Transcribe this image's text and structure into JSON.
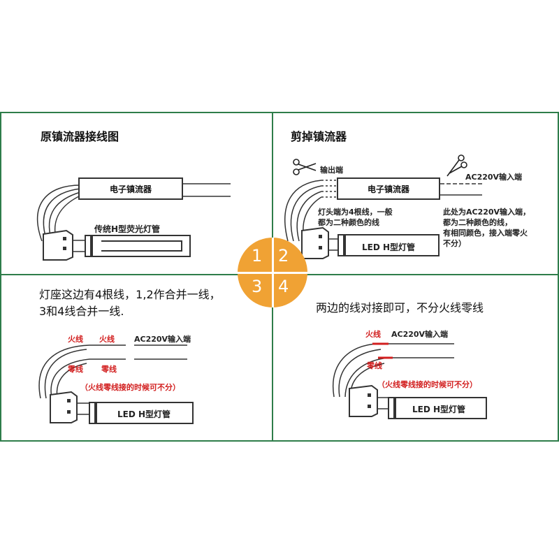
{
  "panels": {
    "p1": {
      "title": "原镇流器接线图",
      "ballast_label": "电子镇流器",
      "tube_label": "传统H型荧光灯管"
    },
    "p2": {
      "title": "剪掉镇流器",
      "output_label": "输出端",
      "input_label": "AC220V输入端",
      "ballast_label": "电子镇流器",
      "note_left": [
        "灯头端为4根线，一般",
        "都为二种颜色的线"
      ],
      "note_right": [
        "此处为AC220V输入端，",
        "都为二种颜色的线，",
        "有相同颜色，接入端零火",
        "不分）"
      ],
      "tube_label": "LED H型灯管"
    },
    "p3": {
      "title_lines": [
        "灯座这边有4根线，1,2作合并一线，",
        "3和4线合并一线."
      ],
      "live1": "火线",
      "live2": "火线",
      "input_label": "AC220V输入端",
      "neutral1": "零线",
      "neutral2": "零线",
      "hint": "（火线零线接的时候可不分）",
      "tube_label": "LED H型灯管"
    },
    "p4": {
      "title": "两边的线对接即可，不分火线零线",
      "live": "火线",
      "input_label": "AC220V输入端",
      "neutral": "零线",
      "hint": "（火线零线接的时候可不分）",
      "tube_label": "LED H型灯管"
    }
  },
  "badge": {
    "n1": "1",
    "n2": "2",
    "n3": "3",
    "n4": "4",
    "color": "#f0a234"
  },
  "colors": {
    "frame": "#2e7d4a",
    "accent_red": "#d21f1f"
  }
}
